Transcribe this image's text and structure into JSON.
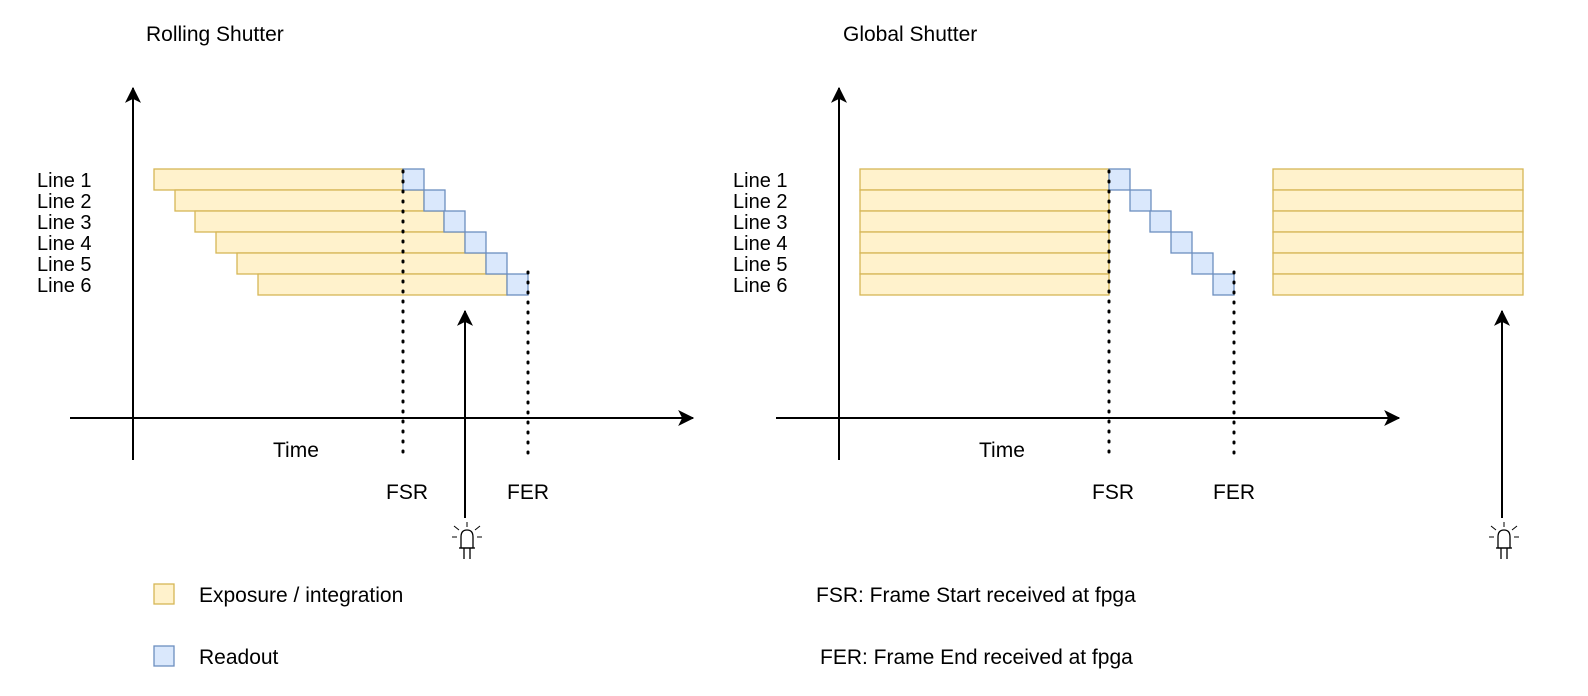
{
  "colors": {
    "exposure_fill": "#fff2cc",
    "exposure_stroke": "#d6b656",
    "readout_fill": "#dae8fc",
    "readout_stroke": "#6c8ebf",
    "axis": "#000000"
  },
  "rolling": {
    "title": "Rolling Shutter",
    "lines": [
      "Line 1",
      "Line 2",
      "Line 3",
      "Line 4",
      "Line 5",
      "Line 6"
    ],
    "x_axis_label": "Time",
    "fsr_label": "FSR",
    "fer_label": "FER",
    "led_icon": "led-icon"
  },
  "global": {
    "title": "Global Shutter",
    "lines": [
      "Line 1",
      "Line 2",
      "Line 3",
      "Line 4",
      "Line 5",
      "Line 6"
    ],
    "x_axis_label": "Time",
    "fsr_label": "FSR",
    "fer_label": "FER",
    "led_icon": "led-icon"
  },
  "legend": {
    "exposure_label": "Exposure / integration",
    "readout_label": "Readout",
    "fsr_definition": "FSR: Frame Start received at fpga",
    "fer_definition": "FER: Frame End received at fpga"
  }
}
